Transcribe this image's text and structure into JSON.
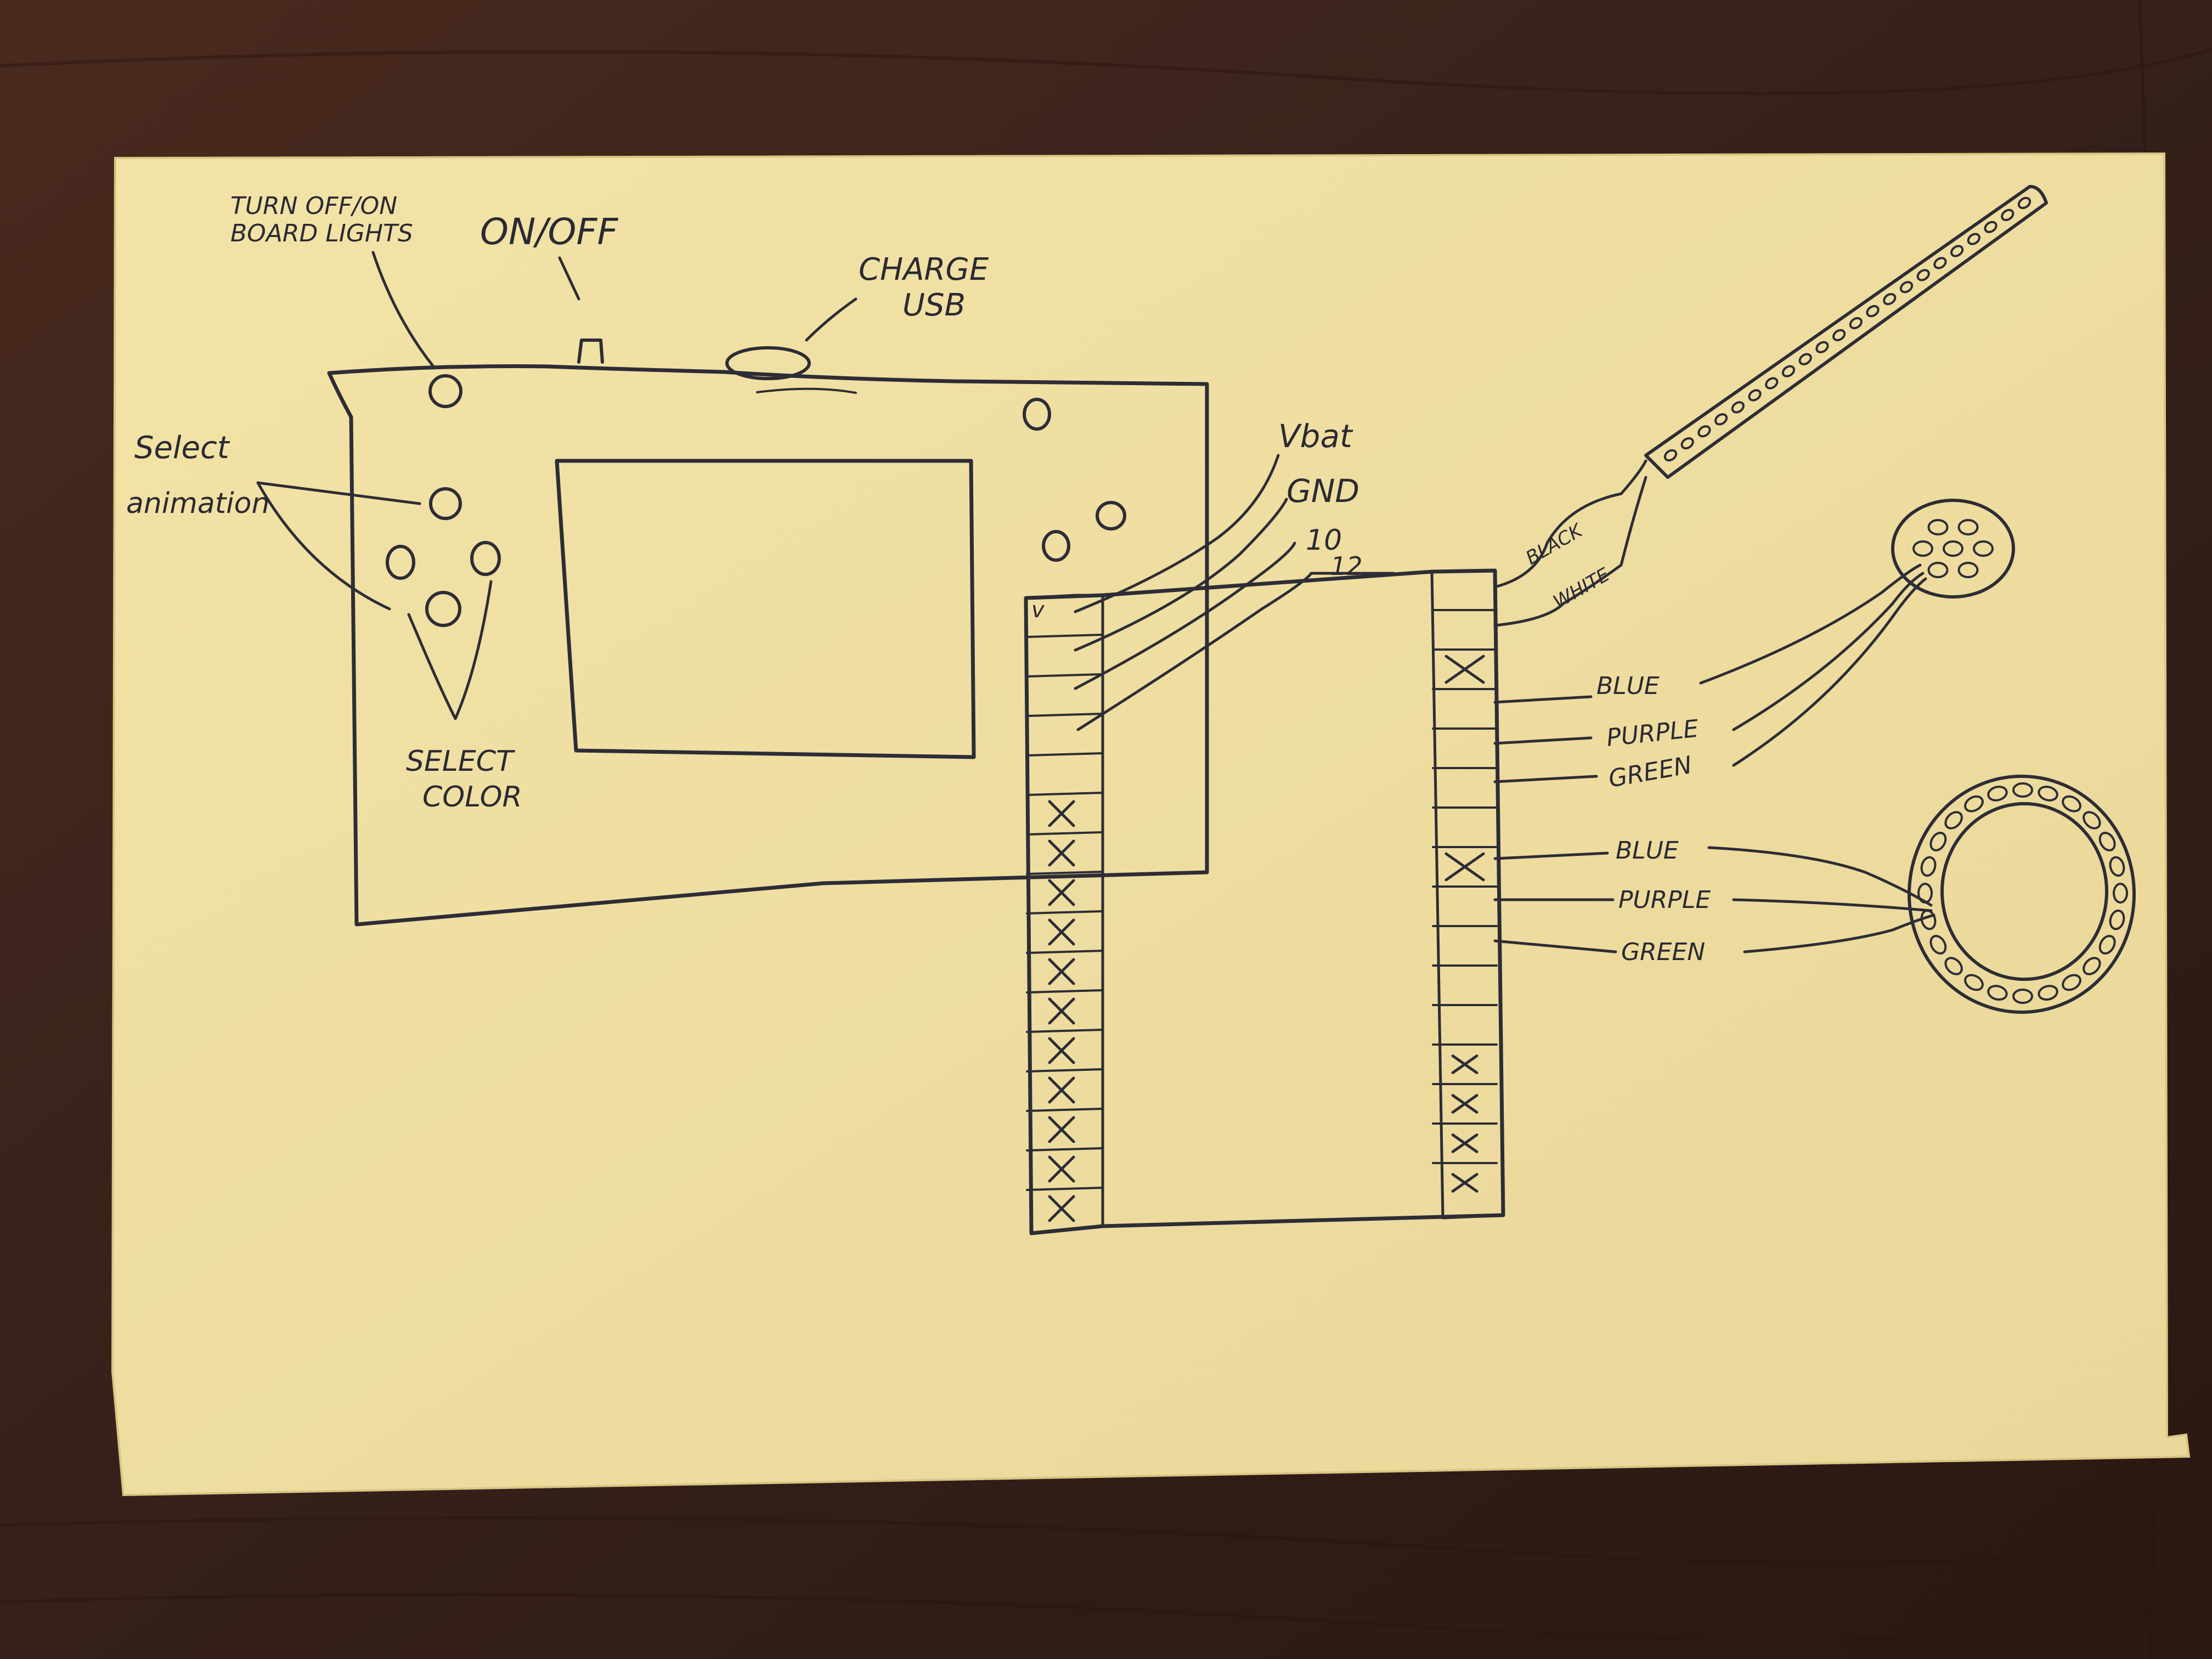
{
  "labels": {
    "board_lights_line1": "TURN OFF/ON",
    "board_lights_line2": "BOARD LIGHTS",
    "on_off": "ON/OFF",
    "charge_line1": "CHARGE",
    "charge_line2": "USB",
    "select_animation_line1": "Select",
    "select_animation_line2": "animation",
    "select_color_line1": "SELECT",
    "select_color_line2": "COLOR"
  },
  "pins_left": {
    "vbat": "Vbat",
    "gnd": "GND",
    "p10": "10",
    "p12": "12",
    "v_mark": "v"
  },
  "wires_right": {
    "strip": [
      "BLACK",
      "WHITE"
    ],
    "jewel": [
      "BLUE",
      "PURPLE",
      "GREEN"
    ],
    "ring": [
      "BLUE",
      "PURPLE",
      "GREEN"
    ]
  },
  "colors": {
    "paper": "#f1e0a0",
    "ink": "#2d2d36",
    "wood": "#3a2118"
  }
}
